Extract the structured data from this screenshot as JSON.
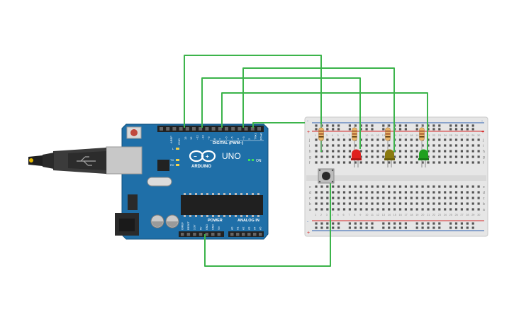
{
  "colors": {
    "board": "#1f6fa8",
    "board_dark": "#14527d",
    "breadboard": "#e6e6e6",
    "rail_red": "#d62828",
    "rail_blue": "#2a5db0",
    "wire": "#3cb44b",
    "led_red": "#e0201f",
    "led_yellow": "#8a7a10",
    "led_green": "#1fa020",
    "resistor": "#e8b468"
  },
  "arduino": {
    "aref_label": "AREF",
    "gnd_label": "GND",
    "pin_labels": [
      "13",
      "12",
      "~11",
      "~10",
      "~9",
      "8",
      "7",
      "~6",
      "~5",
      "4",
      "~3",
      "2",
      "TX▸1",
      "RX◂0"
    ],
    "digital_header": "DIGITAL (PWM~)",
    "model": "UNO",
    "brand": "ARDUINO",
    "on_label": "ON",
    "l_label": "L",
    "tx_label": "TX",
    "rx_label": "RX",
    "power_header": "POWER",
    "analog_header": "ANALOG IN",
    "power_pins": [
      "IOREF",
      "RESET",
      "3.3V",
      "5V",
      "GND",
      "GND",
      "Vin"
    ],
    "analog_pins": [
      "A0",
      "A1",
      "A2",
      "A3",
      "A4",
      "A5"
    ]
  },
  "breadboard": {
    "top_rows": [
      "j",
      "i",
      "h",
      "g",
      "f"
    ],
    "bottom_rows": [
      "e",
      "d",
      "c",
      "b",
      "a"
    ],
    "column_numbers": [
      "1",
      "2",
      "3",
      "4",
      "5",
      "6",
      "7",
      "8",
      "9",
      "10",
      "11",
      "12",
      "13",
      "14",
      "15",
      "16",
      "17",
      "18",
      "19",
      "20",
      "21",
      "22",
      "23",
      "24",
      "25",
      "26",
      "27",
      "28",
      "29",
      "30"
    ],
    "plus": "+",
    "minus": "-"
  },
  "components": [
    {
      "type": "resistor",
      "name": "resistor-1"
    },
    {
      "type": "resistor",
      "name": "resistor-2"
    },
    {
      "type": "resistor",
      "name": "resistor-3"
    },
    {
      "type": "resistor",
      "name": "resistor-4"
    },
    {
      "type": "led",
      "color": "red"
    },
    {
      "type": "led",
      "color": "yellow"
    },
    {
      "type": "led",
      "color": "green"
    },
    {
      "type": "pushbutton"
    }
  ]
}
